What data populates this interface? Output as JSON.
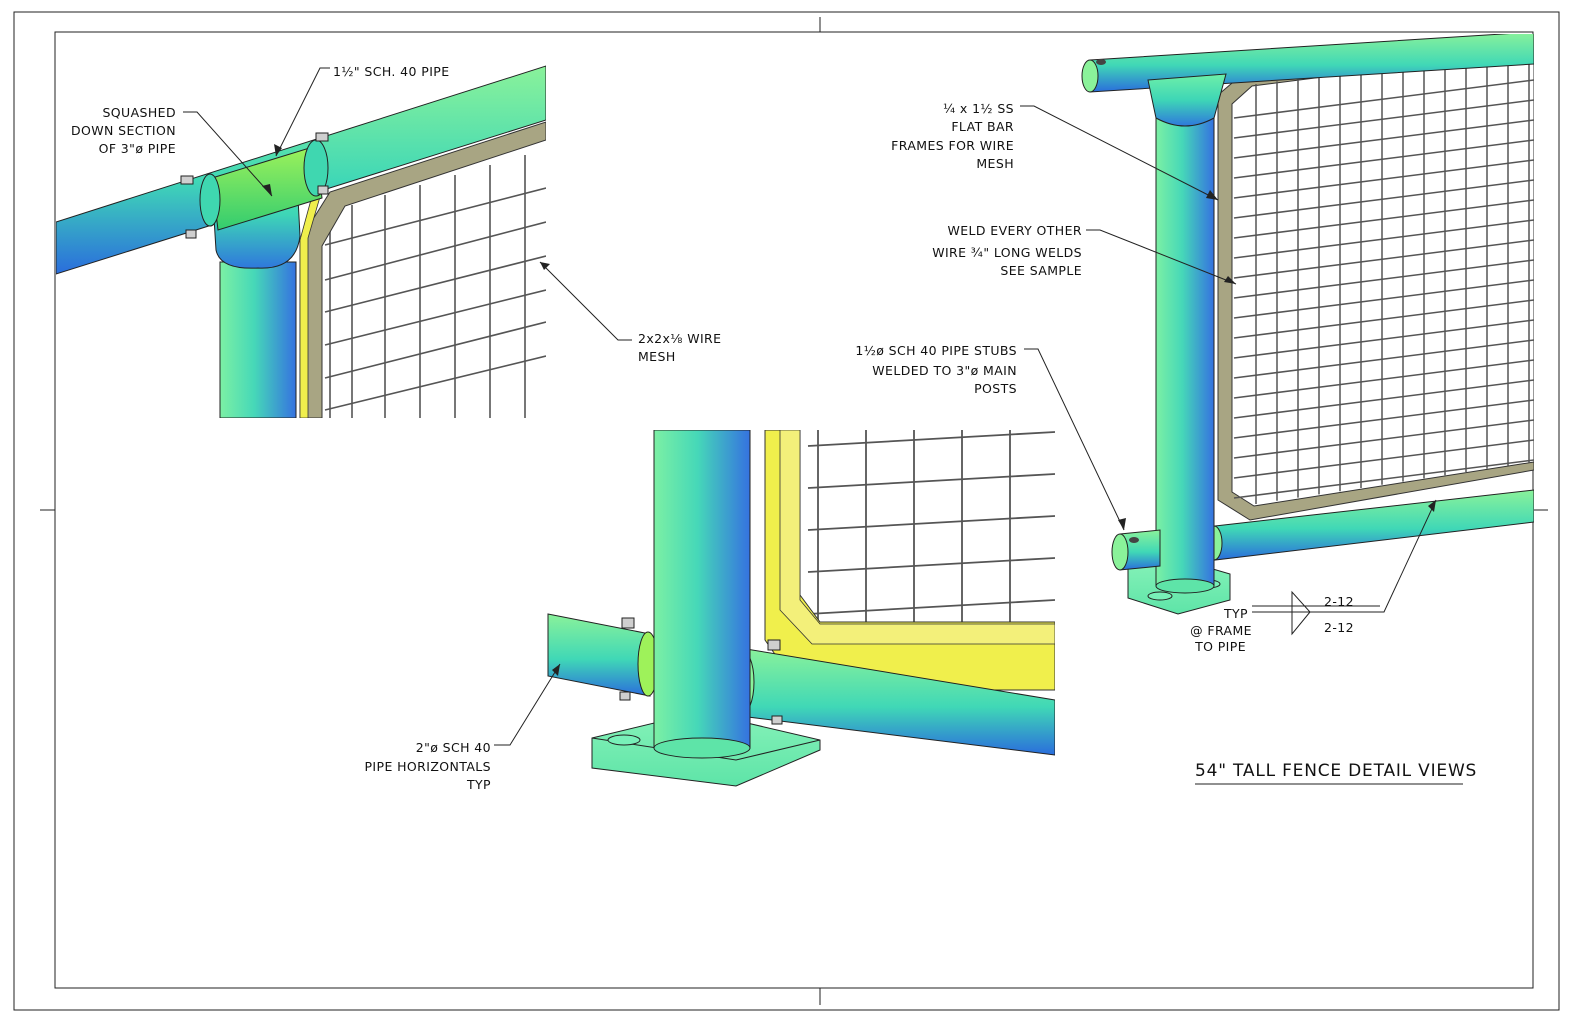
{
  "sheet": {
    "title": "54\" TALL FENCE DETAIL VIEWS"
  },
  "callouts": {
    "top_rail_pipe": "1½\" SCH. 40 PIPE",
    "squashed_section": [
      "SQUASHED",
      "DOWN SECTION",
      "OF 3\"ø PIPE"
    ],
    "wire_mesh": [
      "2x2x⅛ WIRE",
      "MESH"
    ],
    "flat_bar": [
      "¼ x 1½ SS",
      "FLAT BAR",
      "FRAMES FOR WIRE",
      "MESH"
    ],
    "weld_note": [
      "WELD EVERY OTHER",
      "WIRE ¾\" LONG WELDS",
      "SEE SAMPLE"
    ],
    "pipe_stubs": [
      "1½ø SCH 40 PIPE STUBS",
      "WELDED TO 3\"ø MAIN",
      "POSTS"
    ],
    "horizontals": [
      "2\"ø SCH 40",
      "PIPE HORIZONTALS",
      "TYP"
    ],
    "weld_symbol_label": [
      "TYP",
      "@ FRAME",
      "TO PIPE"
    ],
    "weld_symbol_top": "2-12",
    "weld_symbol_bottom": "2-12"
  },
  "colors": {
    "pipe_light": "#8ff0a8",
    "pipe_mid": "#3fd7b0",
    "pipe_dark": "#2f7fe0",
    "frame_tan": "#a8a583",
    "frame_yellow": "#f0ef4c",
    "base_plate": "#78f0b8",
    "wire": "#555555"
  }
}
